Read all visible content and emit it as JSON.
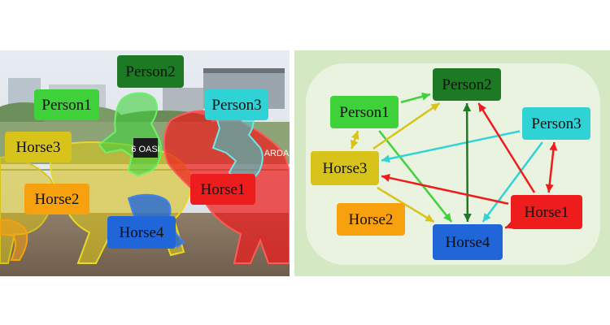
{
  "colors": {
    "person1": "#3fd13a",
    "person2": "#1b7a23",
    "person3": "#2fd3d6",
    "horse1": "#ee1c1c",
    "horse2": "#f7a10f",
    "horse3": "#d8c31a",
    "horse4": "#2166d8",
    "graph_outer": "#d4e8c3",
    "graph_inner": "#e9f3e0"
  },
  "left_panel": {
    "labels": [
      {
        "key": "person2",
        "text": "Person2"
      },
      {
        "key": "person1",
        "text": "Person1"
      },
      {
        "key": "person3",
        "text": "Person3"
      },
      {
        "key": "horse3",
        "text": "Horse3"
      },
      {
        "key": "horse2",
        "text": "Horse2"
      },
      {
        "key": "horse1",
        "text": "Horse1"
      },
      {
        "key": "horse4",
        "text": "Horse4"
      }
    ],
    "saddle_cloth_text": "6 OASI",
    "sign_text": "ARDA"
  },
  "right_panel": {
    "nodes": [
      {
        "key": "person2",
        "text": "Person2"
      },
      {
        "key": "person1",
        "text": "Person1"
      },
      {
        "key": "person3",
        "text": "Person3"
      },
      {
        "key": "horse3",
        "text": "Horse3"
      },
      {
        "key": "horse2",
        "text": "Horse2"
      },
      {
        "key": "horse1",
        "text": "Horse1"
      },
      {
        "key": "horse4",
        "text": "Horse4"
      }
    ],
    "edges": [
      {
        "from": "person1",
        "to": "person2",
        "color": "person1",
        "bidirectional": false
      },
      {
        "from": "person1",
        "to": "horse4",
        "color": "person1",
        "bidirectional": false
      },
      {
        "from": "person1",
        "to": "horse3",
        "color": "horse3",
        "bidirectional": true
      },
      {
        "from": "horse3",
        "to": "person2",
        "color": "horse3",
        "bidirectional": false
      },
      {
        "from": "horse3",
        "to": "horse4",
        "color": "horse3",
        "bidirectional": false
      },
      {
        "from": "person3",
        "to": "horse3",
        "color": "person3",
        "bidirectional": false
      },
      {
        "from": "person3",
        "to": "horse4",
        "color": "person3",
        "bidirectional": false
      },
      {
        "from": "person2",
        "to": "horse4",
        "color": "person2",
        "bidirectional": true
      },
      {
        "from": "horse1",
        "to": "person2",
        "color": "horse1",
        "bidirectional": false
      },
      {
        "from": "horse1",
        "to": "horse3",
        "color": "horse1",
        "bidirectional": false
      },
      {
        "from": "horse1",
        "to": "horse4",
        "color": "horse1",
        "bidirectional": false
      },
      {
        "from": "horse1",
        "to": "person3",
        "color": "horse1",
        "bidirectional": true
      }
    ]
  }
}
